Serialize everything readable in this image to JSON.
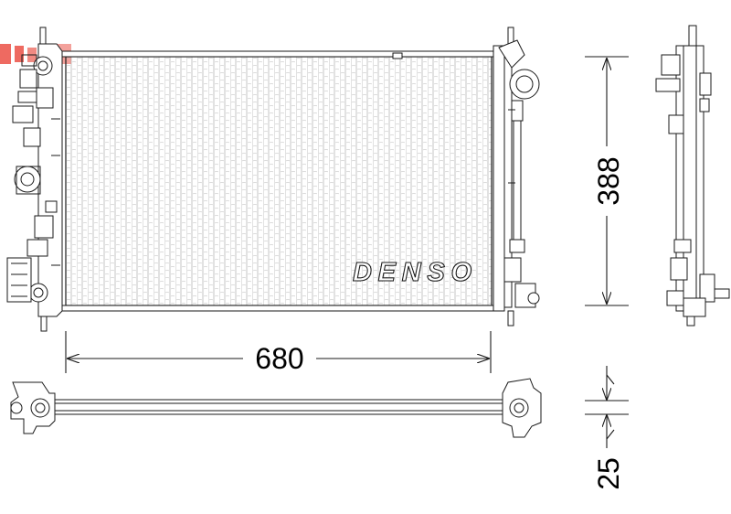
{
  "dimensions": {
    "width": "680",
    "height": "388",
    "depth": "25"
  },
  "brand": {
    "name": "DENSO"
  },
  "colors": {
    "line": "#1a1a1a",
    "fin": "#9a9a9a",
    "background": "#ffffff",
    "corner_mark": "#e8594f"
  }
}
